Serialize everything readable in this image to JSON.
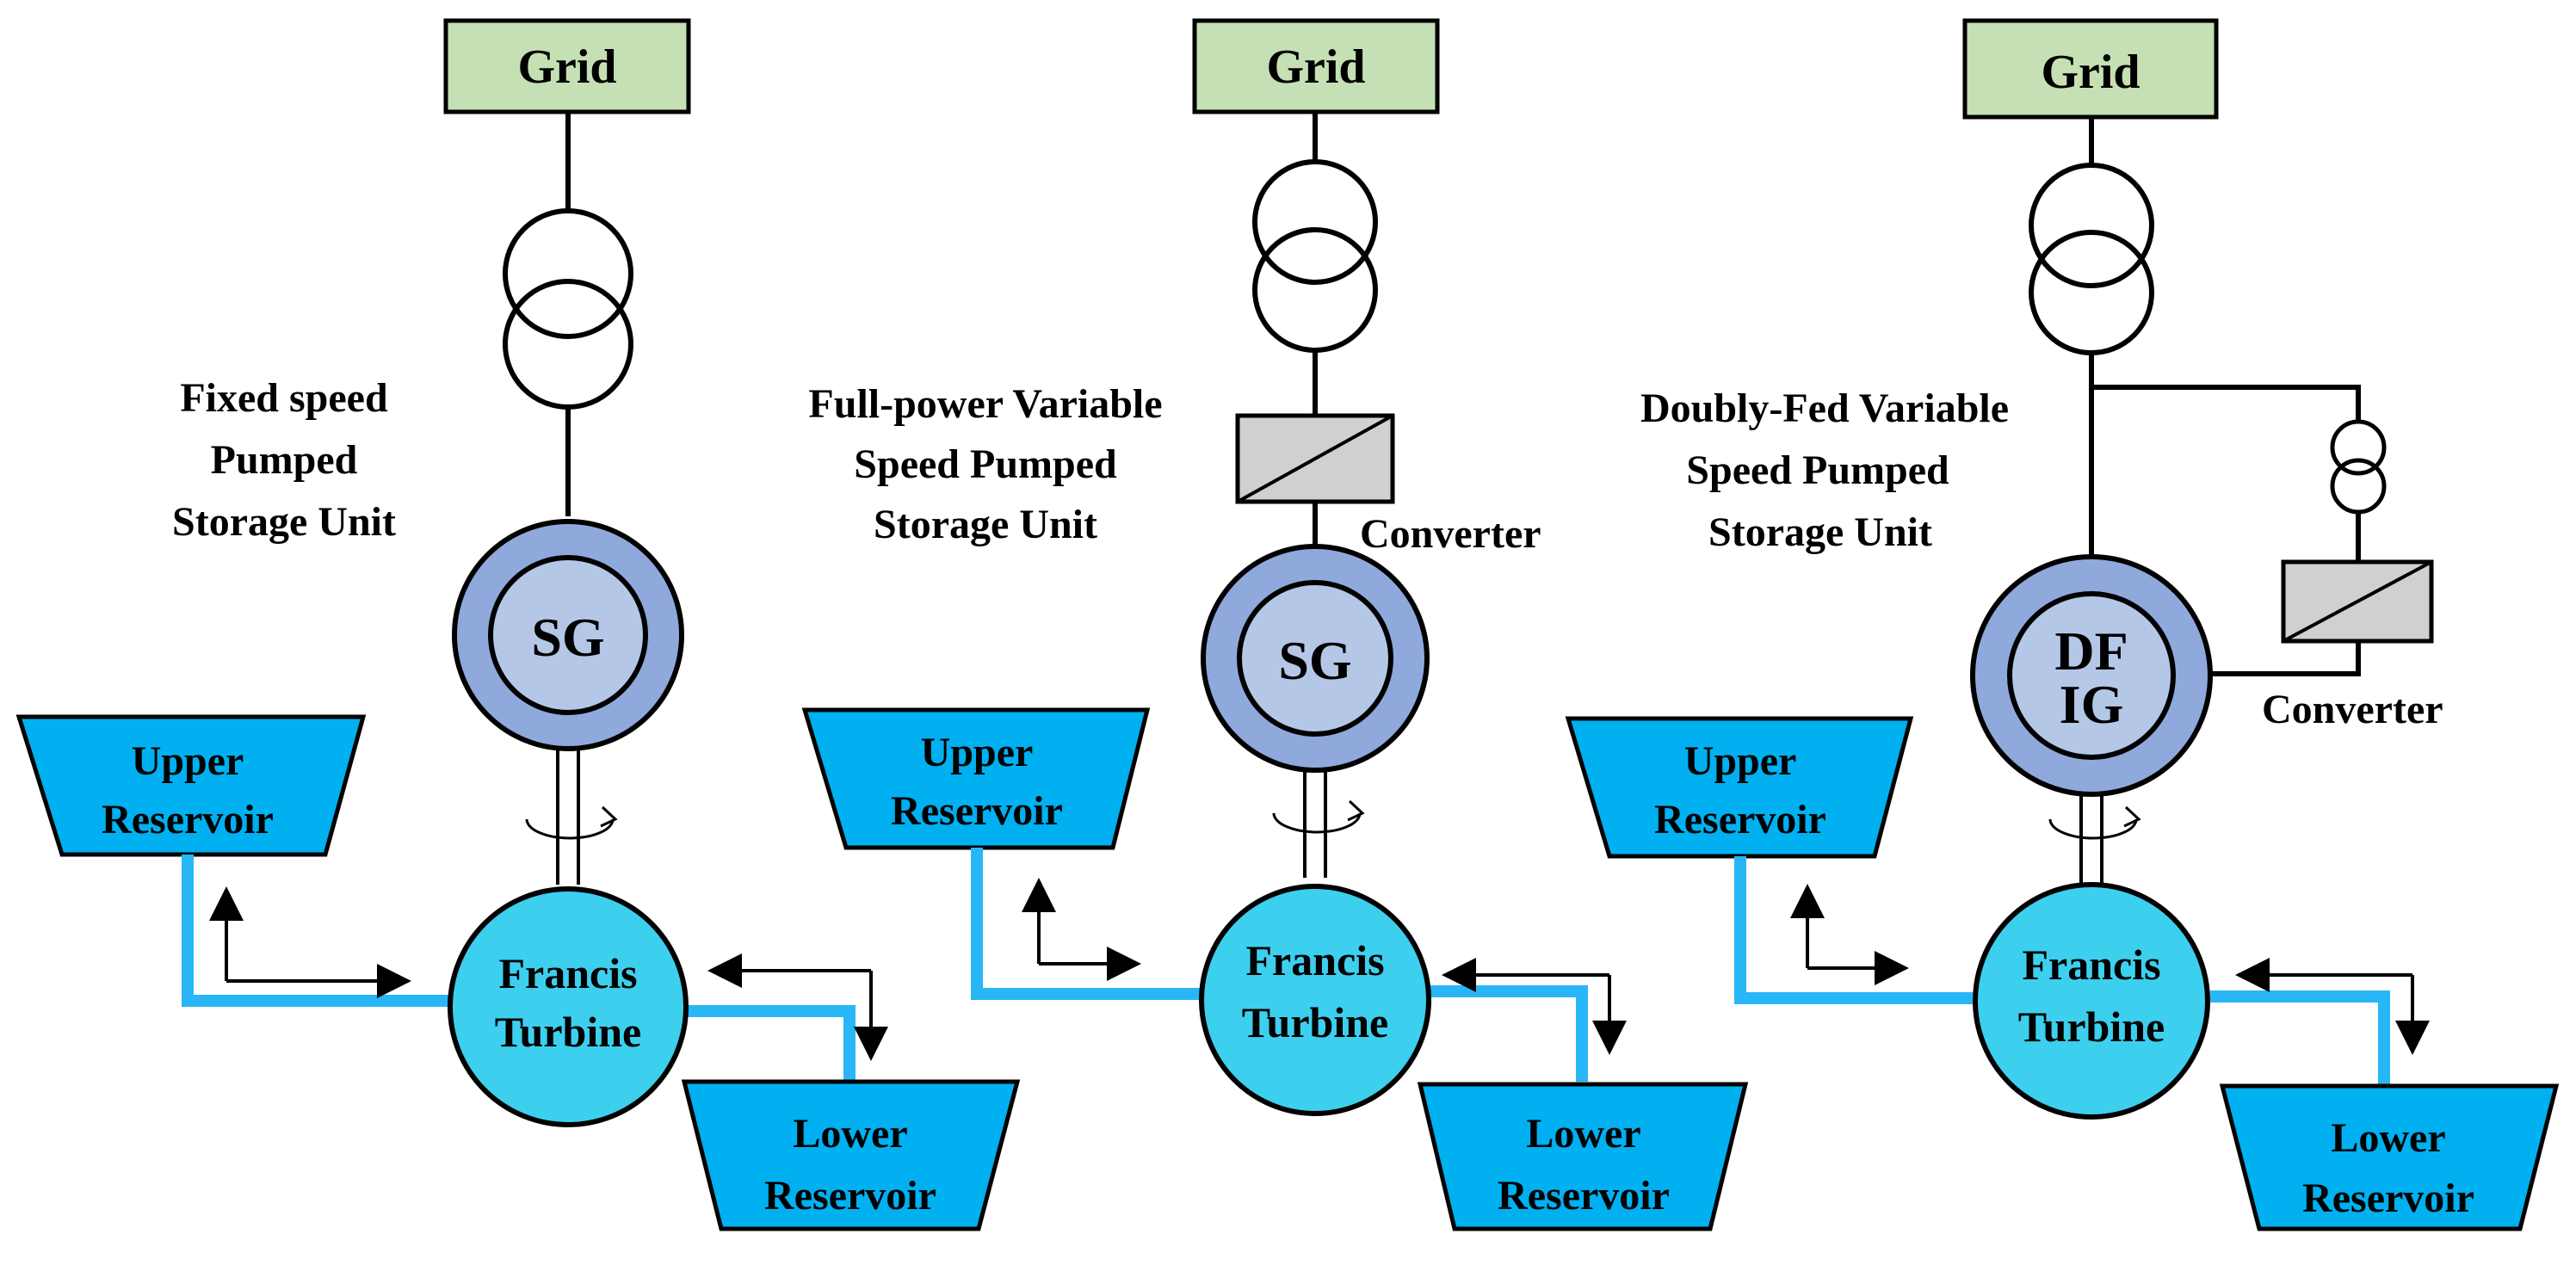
{
  "colors": {
    "grid_box": "#c5e0b4",
    "reservoir": "#00b0f0",
    "turbine": "#3dcfee",
    "generator_outer": "#8fa9dc",
    "generator_inner": "#b4c7e7",
    "converter": "#d0d0d0",
    "pipe": "#29b6f6",
    "line": "#000000"
  },
  "panels": [
    {
      "grid_label": "Grid",
      "title": [
        "Fixed speed",
        "Pumped",
        "Storage Unit"
      ],
      "generator_label": [
        "SG"
      ],
      "upper_reservoir": [
        "Upper",
        "Reservoir"
      ],
      "lower_reservoir": [
        "Lower",
        "Reservoir"
      ],
      "turbine": [
        "Francis",
        "Turbine"
      ]
    },
    {
      "grid_label": "Grid",
      "title": [
        "Full-power Variable",
        "Speed Pumped",
        "Storage Unit"
      ],
      "converter_label": "Converter",
      "generator_label": [
        "SG"
      ],
      "upper_reservoir": [
        "Upper",
        "Reservoir"
      ],
      "lower_reservoir": [
        "Lower",
        "Reservoir"
      ],
      "turbine": [
        "Francis",
        "Turbine"
      ]
    },
    {
      "grid_label": "Grid",
      "title": [
        "Doubly-Fed Variable",
        "Speed Pumped",
        "Storage Unit"
      ],
      "converter_label": "Converter",
      "generator_label": [
        "DF",
        "IG"
      ],
      "upper_reservoir": [
        "Upper",
        "Reservoir"
      ],
      "lower_reservoir": [
        "Lower",
        "Reservoir"
      ],
      "turbine": [
        "Francis",
        "Turbine"
      ]
    }
  ]
}
